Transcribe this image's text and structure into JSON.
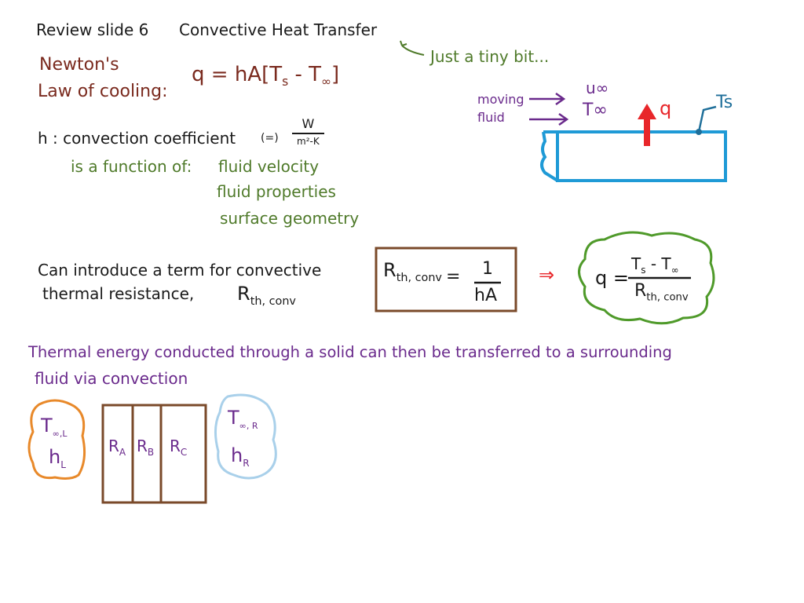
{
  "header": {
    "slide": "Review slide 6",
    "title": "Convective Heat Transfer",
    "note": "Just a tiny bit..."
  },
  "newton": {
    "line1": "Newton's",
    "line2": "Law of cooling:",
    "eq_lhs": "q = hA[T",
    "eq_s": "s",
    "eq_mid": " - T",
    "eq_inf": "∞",
    "eq_rhs": "]"
  },
  "coefficient": {
    "h_label": "h : convection coefficient",
    "units_eq": "(=)",
    "units_num": "W",
    "units_den": "m²-K",
    "function_of": "is a function of:",
    "factors": [
      "fluid velocity",
      "fluid properties",
      "surface geometry"
    ]
  },
  "diagram": {
    "moving": "moving",
    "fluid": "fluid",
    "u_inf": "u∞",
    "T_inf": "T∞",
    "q": "q",
    "Ts": "Ts"
  },
  "resistance": {
    "intro_line1": "Can introduce a term for convective",
    "intro_line2": "thermal resistance,",
    "R_sym": "R",
    "R_sub": "th, conv",
    "box_eq": "=",
    "box_num": "1",
    "box_den": "hA",
    "arrow": "⇒",
    "q_lhs": "q =",
    "q_num_T": "T",
    "q_num_s": "s",
    "q_num_mid": " - T",
    "q_num_inf": "∞",
    "q_den_R": "R",
    "q_den_sub": "th, conv"
  },
  "statement": {
    "line1": "Thermal energy conducted through a solid can then be transferred to a surrounding",
    "line2": "fluid via convection"
  },
  "wall": {
    "left_T": "T",
    "left_T_sub": "∞,L",
    "left_h": "h",
    "left_h_sub": "L",
    "layers": [
      {
        "R": "R",
        "sub": "A"
      },
      {
        "R": "R",
        "sub": "B"
      },
      {
        "R": "R",
        "sub": "C"
      }
    ],
    "right_T": "T",
    "right_T_sub": "∞, R",
    "right_h": "h",
    "right_h_sub": "R"
  },
  "colors": {
    "black": "#1a1a1a",
    "maroon": "#7a2a1e",
    "green": "#4f7a2a",
    "purple": "#6a2a8c",
    "blue": "#1f9ad6",
    "red": "#e8262a",
    "brown": "#7a4a2a",
    "orange": "#e8892a",
    "light_blue": "#a9d0ea"
  }
}
